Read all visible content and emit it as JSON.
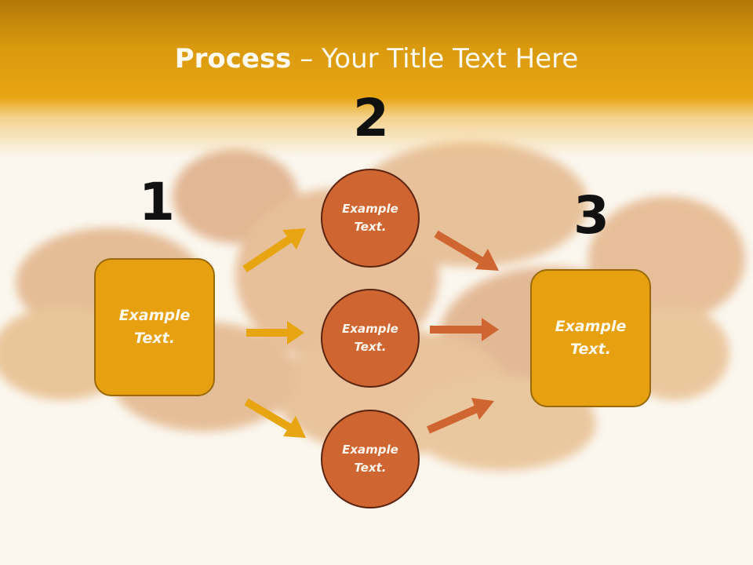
{
  "title": {
    "bold": "Process",
    "rest": " – Your Title Text Here"
  },
  "numbers": [
    "1",
    "2",
    "3"
  ],
  "boxes": [
    {
      "text": "Example Text."
    },
    {
      "text": "Example Text."
    }
  ],
  "circles": [
    {
      "text": "Example Text."
    },
    {
      "text": "Example Text."
    },
    {
      "text": "Example Text."
    }
  ],
  "colors": {
    "header": "#e8a512",
    "box_fill": "#e7a010",
    "circle_fill": "#cf6632",
    "left_arrows": "#e8a512",
    "right_arrows": "#cf6632"
  }
}
